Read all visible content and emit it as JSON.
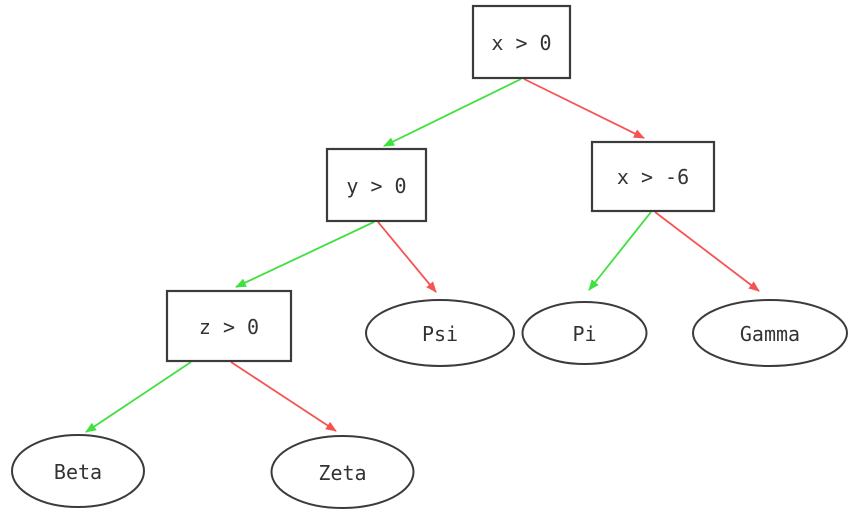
{
  "diagram": {
    "kind": "decision-tree",
    "nodes": {
      "root": {
        "label": "x > 0",
        "type": "decision"
      },
      "yGt0": {
        "label": "y > 0",
        "type": "decision"
      },
      "xGtNeg6": {
        "label": "x > -6",
        "type": "decision"
      },
      "zGt0": {
        "label": "z > 0",
        "type": "decision"
      },
      "psi": {
        "label": "Psi",
        "type": "leaf"
      },
      "pi": {
        "label": "Pi",
        "type": "leaf"
      },
      "gamma": {
        "label": "Gamma",
        "type": "leaf"
      },
      "beta": {
        "label": "Beta",
        "type": "leaf"
      },
      "zeta": {
        "label": "Zeta",
        "type": "leaf"
      }
    },
    "edges": [
      {
        "from": "x > 0",
        "to": "y > 0",
        "branch": "true"
      },
      {
        "from": "x > 0",
        "to": "x > -6",
        "branch": "false"
      },
      {
        "from": "y > 0",
        "to": "z > 0",
        "branch": "true"
      },
      {
        "from": "y > 0",
        "to": "Psi",
        "branch": "false"
      },
      {
        "from": "x > -6",
        "to": "Pi",
        "branch": "true"
      },
      {
        "from": "x > -6",
        "to": "Gamma",
        "branch": "false"
      },
      {
        "from": "z > 0",
        "to": "Beta",
        "branch": "true"
      },
      {
        "from": "z > 0",
        "to": "Zeta",
        "branch": "false"
      }
    ],
    "colors": {
      "true_branch": "#40e040",
      "false_branch": "#f65353",
      "node_border": "#3b3b3b",
      "text": "#333333",
      "background": "#ffffff"
    }
  }
}
